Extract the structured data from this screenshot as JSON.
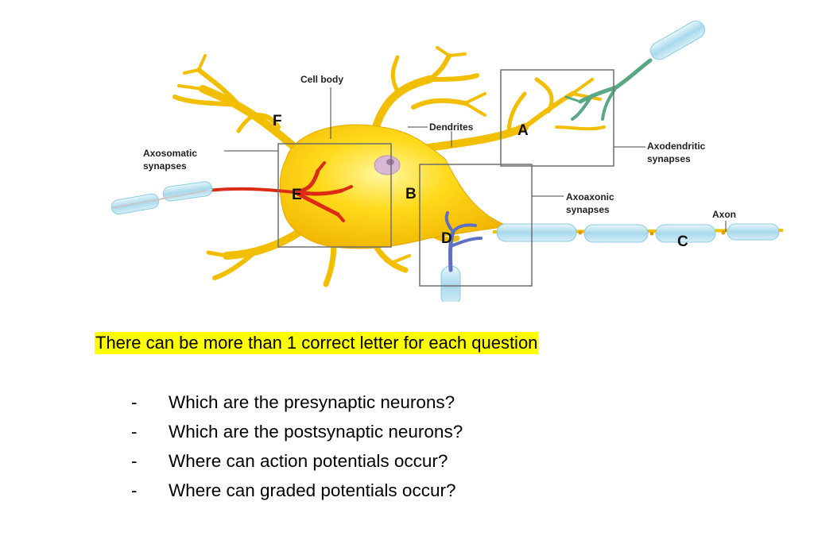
{
  "diagram": {
    "labels": {
      "cell_body": "Cell body",
      "dendrites": "Dendrites",
      "axosomatic_line1": "Axosomatic",
      "axosomatic_line2": "synapses",
      "axodendritic_line1": "Axodendritic",
      "axodendritic_line2": "synapses",
      "axoaxonic_line1": "Axoaxonic",
      "axoaxonic_line2": "synapses",
      "axon": "Axon"
    },
    "letters": {
      "a": "A",
      "b": "B",
      "c": "C",
      "d": "D",
      "e": "E",
      "f": "F"
    },
    "colors": {
      "soma": "#f5c400",
      "soma_highlight": "#fff27a",
      "myelin": "#bfe4f2",
      "axon_presynaptic_red": "#dd2a14",
      "axon_presynaptic_green": "#5aa883",
      "axon_presynaptic_blue": "#5f6fc2",
      "nucleus": "#d9b8d6"
    }
  },
  "note": "There can be more than 1 correct letter for each question",
  "questions": [
    "Which are the presynaptic neurons?",
    "Which are the postsynaptic neurons?",
    "Where can action potentials occur?",
    "Where can graded potentials occur?"
  ],
  "bullet": "-"
}
